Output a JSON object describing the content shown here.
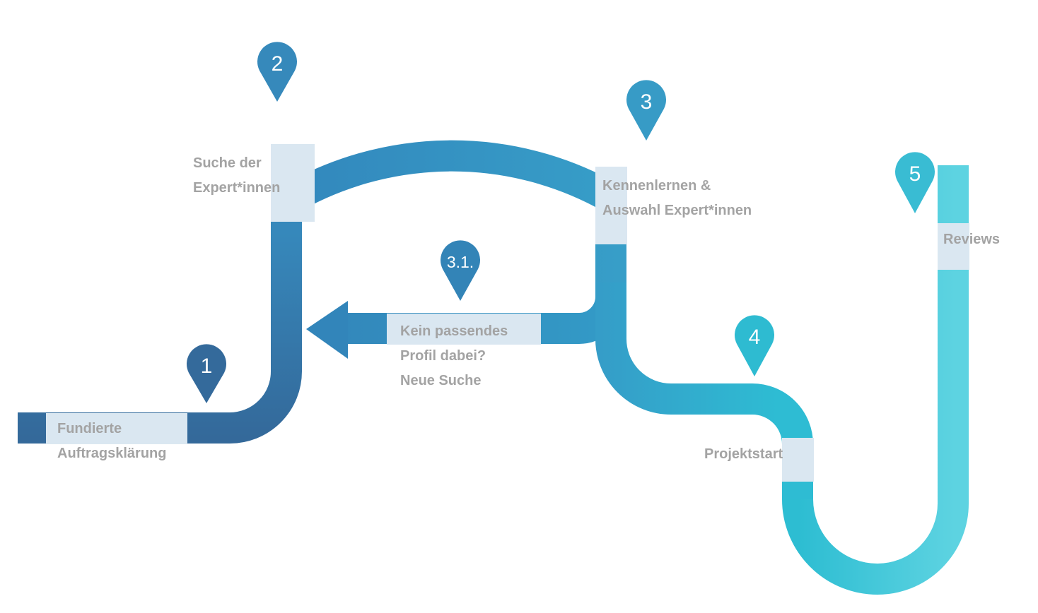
{
  "colors": {
    "step1": "#346a9b",
    "step2": "#3689bb",
    "step3": "#379bc6",
    "step3_1": "#3384b7",
    "step4": "#2ebbd1",
    "step5": "#39bcd3",
    "path_light": "#5fd3e1",
    "label_band": "#dae7f1",
    "label_text": "#a3a3a3"
  },
  "steps": [
    {
      "number": "1",
      "lines": [
        "Fundierte",
        "Auftragsklärung"
      ]
    },
    {
      "number": "2",
      "lines": [
        "Suche der",
        "Expert*innen"
      ]
    },
    {
      "number": "3",
      "lines": [
        "Kennenlernen &",
        "Auswahl Expert*innen"
      ]
    },
    {
      "number": "3.1.",
      "lines": [
        "Kein passendes",
        "Profil dabei?",
        "Neue Suche"
      ]
    },
    {
      "number": "4",
      "lines": [
        "Projektstart"
      ]
    },
    {
      "number": "5",
      "lines": [
        "Reviews"
      ]
    }
  ]
}
